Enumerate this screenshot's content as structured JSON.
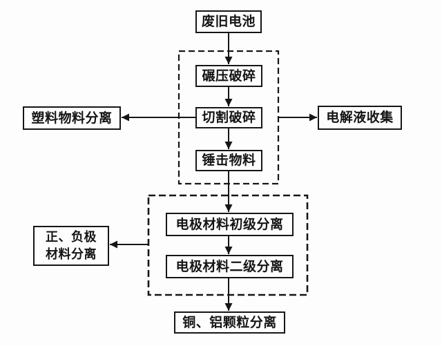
{
  "figure": {
    "type": "flowchart",
    "background_color": "#fdfdfd",
    "line_color": "#151515",
    "nodes": {
      "waste_battery": {
        "label": "废旧电池"
      },
      "roll_crushing": {
        "label": "碾压破碎"
      },
      "cutting_crushing": {
        "label": "切割破碎"
      },
      "hammering": {
        "label": "锤击物料"
      },
      "plastic_separation": {
        "label": "塑料物料分离"
      },
      "electrolyte_collection": {
        "label": "电解液收集"
      },
      "primary_separation": {
        "label": "电极材料初级分离"
      },
      "secondary_separation": {
        "label": "电极材料二级分离"
      },
      "electrode_materials": {
        "line1": "正、负极",
        "line2": "材料分离"
      },
      "particle_separation": {
        "label": "铜、铝颗粒分离"
      }
    },
    "groups": {
      "crushing_stage": {
        "members": [
          "碾压破碎",
          "切割破碎",
          "锤击物料"
        ],
        "border": "dashed"
      },
      "separation_stage": {
        "members": [
          "电极材料初级分离",
          "电极材料二级分离"
        ],
        "border": "dashed"
      }
    },
    "edges": [
      {
        "from": "废旧电池",
        "to": "碾压破碎",
        "direction": "down"
      },
      {
        "from": "碾压破碎",
        "to": "切割破碎",
        "direction": "down"
      },
      {
        "from": "切割破碎",
        "to": "锤击物料",
        "direction": "down"
      },
      {
        "from": "切割破碎",
        "to": "塑料物料分离",
        "direction": "left"
      },
      {
        "from": "切割破碎",
        "to": "电解液收集",
        "direction": "right"
      },
      {
        "from": "锤击物料",
        "to": "电极材料初级分离",
        "direction": "down"
      },
      {
        "from": "电极材料初级分离",
        "to": "电极材料二级分离",
        "direction": "down"
      },
      {
        "from": "separation_stage",
        "to": "正、负极材料分离",
        "direction": "left"
      },
      {
        "from": "电极材料二级分离",
        "to": "铜、铝颗粒分离",
        "direction": "down"
      }
    ]
  }
}
